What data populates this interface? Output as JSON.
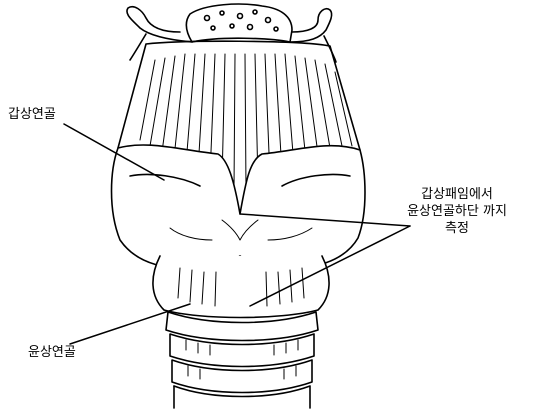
{
  "labels": {
    "thyroid_cartilage": "갑상연골",
    "cricoid_cartilage": "윤상연골",
    "measure_line1": "갑상패임에서",
    "measure_line2": "윤상연골하단 까지",
    "measure_line3": "측정"
  },
  "colors": {
    "ink": "#000000",
    "paper": "#ffffff"
  }
}
